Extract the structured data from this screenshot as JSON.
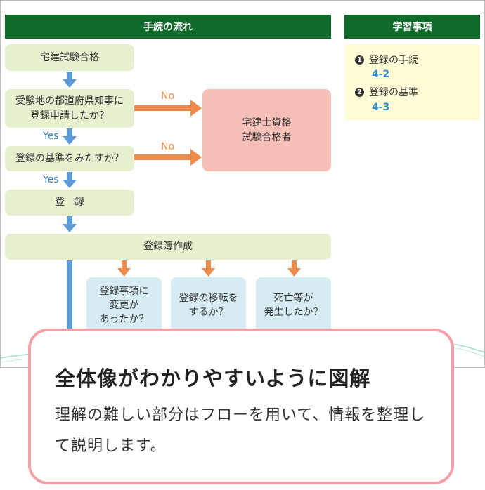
{
  "flow_header": "手続の流れ",
  "study_header": "学習事項",
  "nodes": {
    "exam_pass": "宅建試験合格",
    "q_apply_line1": "受験地の都道府県知事に",
    "q_apply_line2": "登録申請したか？",
    "q_standard": "登録の基準をみたすか？",
    "register": "登　録",
    "registry": "登録簿作成",
    "passer_line1": "宅建士資格",
    "passer_line2": "試験合格者",
    "change_line1": "登録事項に",
    "change_line2": "変更が",
    "change_line3": "あったか？",
    "transfer_line1": "登録の移転を",
    "transfer_line2": "するか？",
    "death_line1": "死亡等が",
    "death_line2": "発生したか？"
  },
  "labels": {
    "yes": "Yes",
    "no": "No"
  },
  "study_items": [
    {
      "num": "1",
      "label": "登録の手続",
      "ref": "4-2"
    },
    {
      "num": "2",
      "label": "登録の基準",
      "ref": "4-3"
    }
  ],
  "card": {
    "title": "全体像がわかりやすいように図解",
    "body": "理解の難しい部分はフローを用いて、情報を整理して説明します。"
  }
}
